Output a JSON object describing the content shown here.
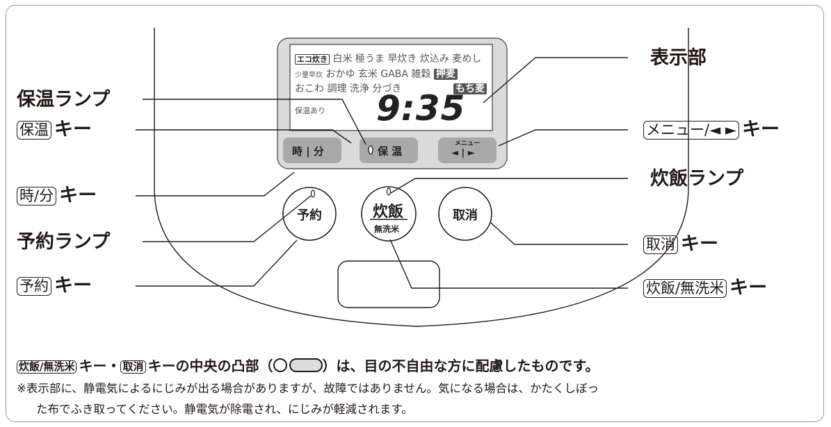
{
  "display": {
    "row1": [
      "エコ炊き",
      "白米",
      "極うま",
      "早炊き",
      "炊込み",
      "麦めし"
    ],
    "row2": [
      "少量早炊",
      "おかゆ",
      "玄米",
      "GABA",
      "雑穀",
      "押麦"
    ],
    "row3": [
      "おこわ",
      "調理",
      "洗浄",
      "分づき",
      "もち麦"
    ],
    "keep_warm_note": "保温あり",
    "time": "9:35"
  },
  "buttons": {
    "hour_min": "時 | 分",
    "keep_warm": "保 温",
    "menu": "メニュー",
    "menu_arrows": "◄ | ►",
    "reserve": "予約",
    "cook": "炊飯",
    "cook_sub": "無洗米",
    "cancel": "取消"
  },
  "callouts": {
    "display": "表示部",
    "keep_warm_lamp": "保温ランプ",
    "keep_warm_key_box": "保温",
    "menu_key_box": "メニュー/◄ ►",
    "hour_min_key_box": "時/分",
    "cook_lamp": "炊飯ランプ",
    "reserve_lamp": "予約ランプ",
    "cancel_key_box": "取消",
    "reserve_key_box": "予約",
    "cook_key_box": "炊飯/無洗米",
    "key_suffix": "キー"
  },
  "notes": {
    "line1_box1": "炊飯/無洗米",
    "line1_mid1": "キー・",
    "line1_box2": "取消",
    "line1_mid2": "キーの中央の凸部（",
    "line1_end": "）は、目の不自由な方に配慮したものです。",
    "line2": "※表示部に、静電気によるにじみが出る場合がありますが、故障ではありません。気になる場合は、かたくしぼっ",
    "line3": "た布でふき取ってください。静電気が除電され、にじみが軽減されます。"
  }
}
